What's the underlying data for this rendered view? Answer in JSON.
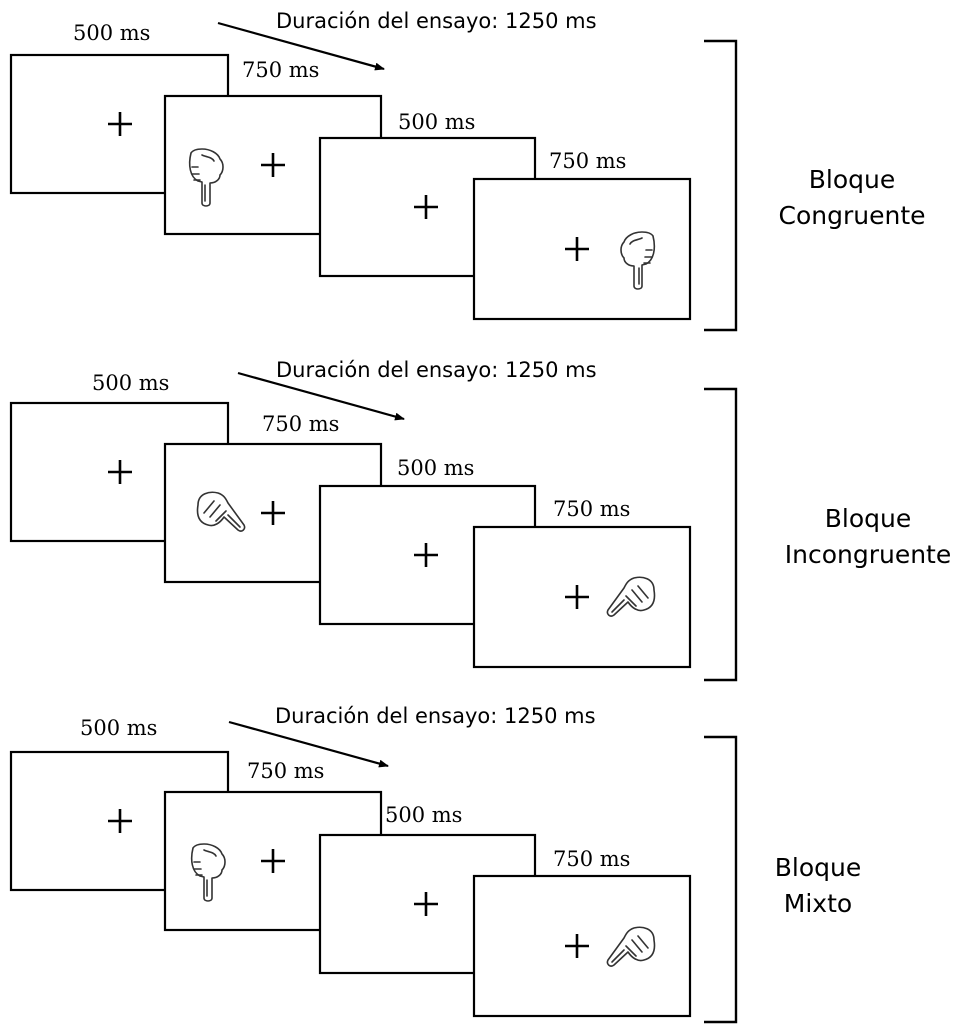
{
  "blocks": [
    {
      "label_lines": [
        "Bloque",
        "Congruente"
      ],
      "trial_duration": "Duración del ensayo: 1250 ms",
      "frame_durations": [
        "500 ms",
        "750 ms",
        "500 ms",
        "750 ms"
      ],
      "hand_icons": [
        "hand-pointing-down-icon",
        "hand-pointing-down-icon"
      ]
    },
    {
      "label_lines": [
        "Bloque",
        "Incongruente"
      ],
      "trial_duration": "Duración del ensayo: 1250 ms",
      "frame_durations": [
        "500 ms",
        "750 ms",
        "500 ms",
        "750 ms"
      ],
      "hand_icons": [
        "hand-pointing-down-right-icon",
        "hand-pointing-down-left-icon"
      ]
    },
    {
      "label_lines": [
        "Bloque",
        "Mixto"
      ],
      "trial_duration": "Duración del ensayo: 1250 ms",
      "frame_durations": [
        "500 ms",
        "750 ms",
        "500 ms",
        "750 ms"
      ],
      "hand_icons": [
        "hand-pointing-down-icon",
        "hand-pointing-down-left-icon"
      ]
    }
  ]
}
